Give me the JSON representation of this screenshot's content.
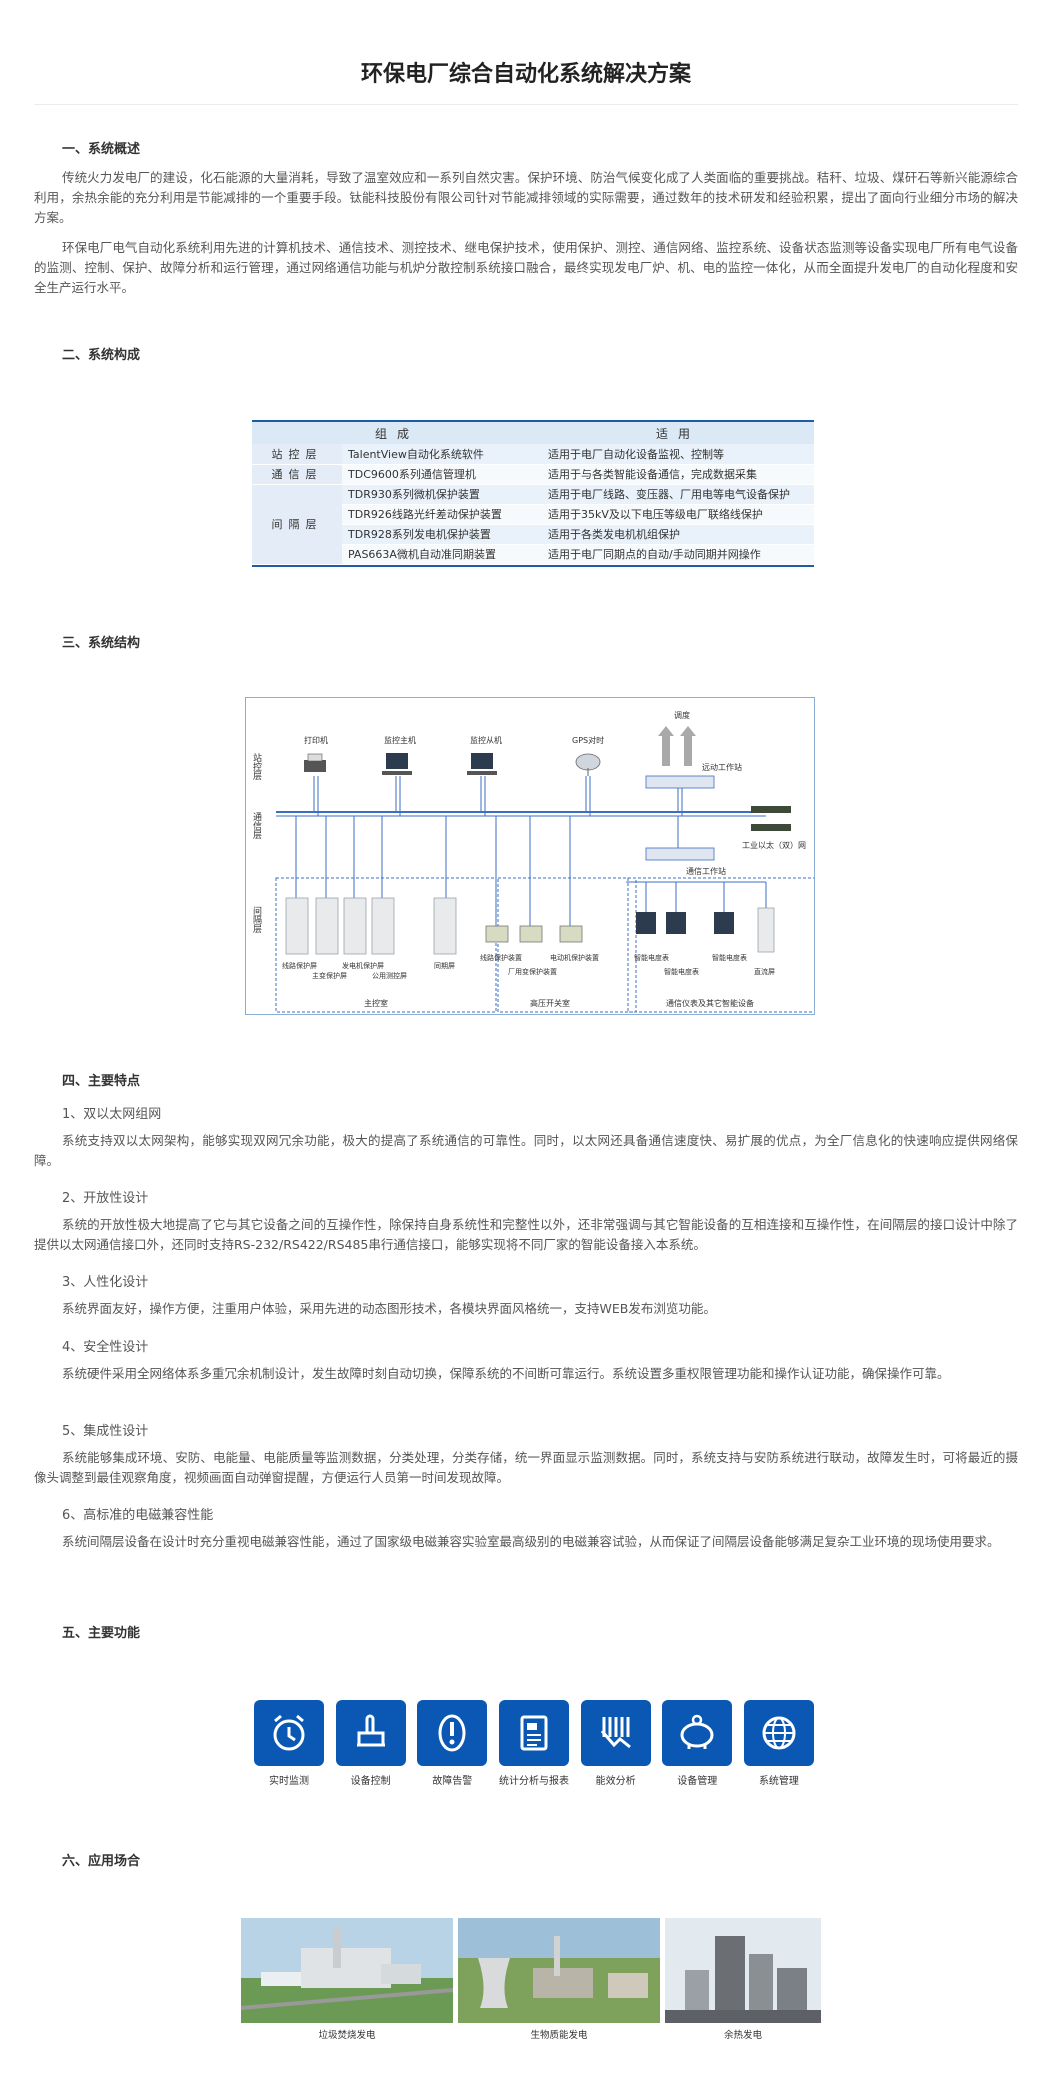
{
  "title": "环保电厂综合自动化系统解决方案",
  "sections": {
    "s1": {
      "heading": "一、系统概述",
      "p1": "传统火力发电厂的建设，化石能源的大量消耗，导致了温室效应和一系列自然灾害。保护环境、防治气候变化成了人类面临的重要挑战。秸秆、垃圾、煤矸石等新兴能源综合利用，余热余能的充分利用是节能减排的一个重要手段。钛能科技股份有限公司针对节能减排领域的实际需要，通过数年的技术研发和经验积累，提出了面向行业细分市场的解决方案。",
      "p2": "环保电厂电气自动化系统利用先进的计算机技术、通信技术、测控技术、继电保护技术，使用保护、测控、通信网络、监控系统、设备状态监测等设备实现电厂所有电气设备的监测、控制、保护、故障分析和运行管理，通过网络通信功能与机炉分散控制系统接口融合，最终实现发电厂炉、机、电的监控一体化，从而全面提升发电厂的自动化程度和安全生产运行水平。"
    },
    "s2": {
      "heading": "二、系统构成",
      "table": {
        "col1": "组成",
        "col2": "适用",
        "rows": [
          {
            "layer": "站控层",
            "name": "TalentView自动化系统软件",
            "use": "适用于电厂自动化设备监视、控制等"
          },
          {
            "layer": "通信层",
            "name": "TDC9600系列通信管理机",
            "use": "适用于与各类智能设备通信，完成数据采集"
          },
          {
            "layer": "间隔层",
            "name": "TDR930系列微机保护装置",
            "use": "适用于电厂线路、变压器、厂用电等电气设备保护"
          },
          {
            "layer": "",
            "name": "TDR926线路光纤差动保护装置",
            "use": "适用于35kV及以下电压等级电厂联络线保护"
          },
          {
            "layer": "",
            "name": "TDR928系列发电机保护装置",
            "use": "适用于各类发电机机组保护"
          },
          {
            "layer": "",
            "name": "PAS663A微机自动准同期装置",
            "use": "适用于电厂同期点的自动/手动同期并网操作"
          }
        ]
      }
    },
    "s3": {
      "heading": "三、系统结构",
      "diagram": {
        "layers": [
          "站控层",
          "通信层",
          "间隔层"
        ],
        "station": [
          "打印机",
          "监控主机",
          "监控从机",
          "GPS对时"
        ],
        "dispatch": "调度",
        "remote": "远动工作站",
        "ethernet": "工业以太（双）网",
        "comm_ws": "通信工作站",
        "main_room": "主控室",
        "main_units": [
          "线路保护屏",
          "主变保护屏",
          "发电机保护屏",
          "公用测控屏",
          "同期屏"
        ],
        "hv_room": "高压开关室",
        "hv_units": [
          "线路保护装置",
          "厂用变保护装置",
          "电动机保护装置"
        ],
        "meter_room": "通信仪表及其它智能设备",
        "meter_units": [
          "智能电度表",
          "智能电度表",
          "智能电度表",
          "直流屏"
        ]
      }
    },
    "s4": {
      "heading": "四、主要特点",
      "items": [
        {
          "title": "1、双以太网组网",
          "text": "系统支持双以太网架构，能够实现双网冗余功能，极大的提高了系统通信的可靠性。同时，以太网还具备通信速度快、易扩展的优点，为全厂信息化的快速响应提供网络保障。"
        },
        {
          "title": "2、开放性设计",
          "text": "系统的开放性极大地提高了它与其它设备之间的互操作性，除保持自身系统性和完整性以外，还非常强调与其它智能设备的互相连接和互操作性，在间隔层的接口设计中除了提供以太网通信接口外，还同时支持RS-232/RS422/RS485串行通信接口，能够实现将不同厂家的智能设备接入本系统。"
        },
        {
          "title": "3、人性化设计",
          "text": "系统界面友好，操作方便，注重用户体验，采用先进的动态图形技术，各模块界面风格统一，支持WEB发布浏览功能。"
        },
        {
          "title": "4、安全性设计",
          "text": "系统硬件采用全网络体系多重冗余机制设计，发生故障时刻自动切换，保障系统的不间断可靠运行。系统设置多重权限管理功能和操作认证功能，确保操作可靠。"
        },
        {
          "title": "5、集成性设计",
          "text": "系统能够集成环境、安防、电能量、电能质量等监测数据，分类处理，分类存储，统一界面显示监测数据。同时，系统支持与安防系统进行联动，故障发生时，可将最近的摄像头调整到最佳观察角度，视频画面自动弹窗提醒，方便运行人员第一时间发现故障。"
        },
        {
          "title": "6、高标准的电磁兼容性能",
          "text": "系统间隔层设备在设计时充分重视电磁兼容性能，通过了国家级电磁兼容实验室最高级别的电磁兼容试验，从而保证了间隔层设备能够满足复杂工业环境的现场使用要求。"
        }
      ]
    },
    "s5": {
      "heading": "五、主要功能",
      "functions": [
        {
          "label": "实时监测",
          "icon": "alarm-clock-icon"
        },
        {
          "label": "设备控制",
          "icon": "hand-control-icon"
        },
        {
          "label": "故障告警",
          "icon": "alert-icon"
        },
        {
          "label": "统计分析与报表",
          "icon": "report-icon"
        },
        {
          "label": "能效分析",
          "icon": "energy-chart-icon"
        },
        {
          "label": "设备管理",
          "icon": "piggy-bank-icon"
        },
        {
          "label": "系统管理",
          "icon": "globe-icon"
        }
      ]
    },
    "s6": {
      "heading": "六、应用场合",
      "apps": [
        {
          "label": "垃圾焚烧发电"
        },
        {
          "label": "生物质能发电"
        },
        {
          "label": "余热发电"
        }
      ]
    }
  },
  "colors": {
    "accent": "#0a58b3",
    "table_border": "#1c5ca8",
    "line_blue": "#3b6fc4"
  }
}
